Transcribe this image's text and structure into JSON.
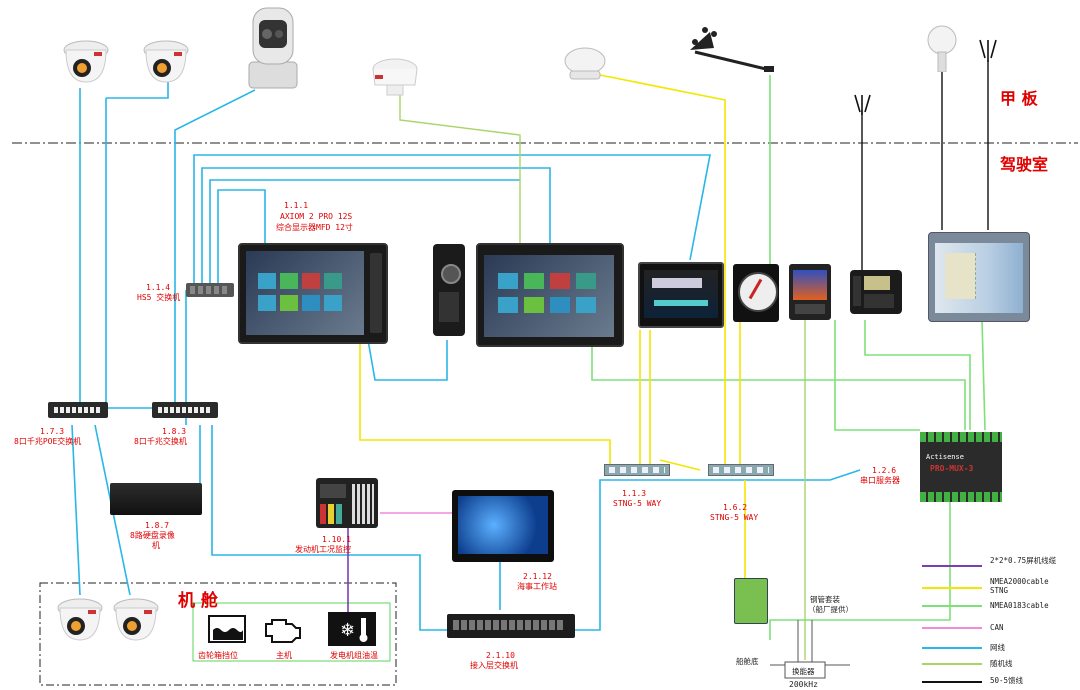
{
  "zones": {
    "deck": "甲 板",
    "bridge": "驾驶室",
    "engine_room": "机 舱"
  },
  "devices": {
    "mfd_12": {
      "id": "1.1.1",
      "name": "AXIOM 2 PRO 12S",
      "desc": "综合显示器MFD 12寸"
    },
    "hs5_switch": {
      "id": "1.1.4",
      "name": "HS5 交换机"
    },
    "poe_switch": {
      "id": "1.7.3",
      "name": "8口千兆POE交换机"
    },
    "gig_switch": {
      "id": "1.8.3",
      "name": "8口千兆交换机"
    },
    "nvr": {
      "id": "1.8.7",
      "name": "8路硬盘录像",
      "name2": "机"
    },
    "stng_a": {
      "id": "1.1.3",
      "name": "STNG-5 WAY"
    },
    "stng_b": {
      "id": "1.6.2",
      "name": "STNG-5 WAY"
    },
    "serial_server": {
      "id": "1.2.6",
      "name": "串口服务器"
    },
    "engine_monitor": {
      "id": "1.10.1",
      "name": "发动机工况监控"
    },
    "marine_workstation": {
      "id": "2.1.12",
      "name": "海事工作站"
    },
    "access_switch": {
      "id": "2.1.10",
      "name": "接入层交换机"
    },
    "serial_mux_brand": "Actisense",
    "serial_mux_model": "PRO-MUX-3"
  },
  "engine_room_items": [
    {
      "label": "齿轮箱挡位"
    },
    {
      "label": "主机"
    },
    {
      "label": "发电机组油温"
    }
  ],
  "transducer": {
    "tube_label": "钢管套装",
    "tube_note": "（船厂提供）",
    "hull_label": "船舱底",
    "box_label": "换能器",
    "freq": "200kHz"
  },
  "legend": [
    {
      "label": "2*2*0.75屏机线缆",
      "color": "#7b3fb5"
    },
    {
      "label": "NMEA2000cable\nSTNG",
      "color": "#f3e600"
    },
    {
      "label": "NMEA0183cable",
      "color": "#7fe07a"
    },
    {
      "label": "CAN",
      "color": "#f08adf"
    },
    {
      "label": "网线",
      "color": "#29b6e8"
    },
    {
      "label": "随机线",
      "color": "#a9d46a"
    },
    {
      "label": "50-5馈线",
      "color": "#111111"
    }
  ]
}
